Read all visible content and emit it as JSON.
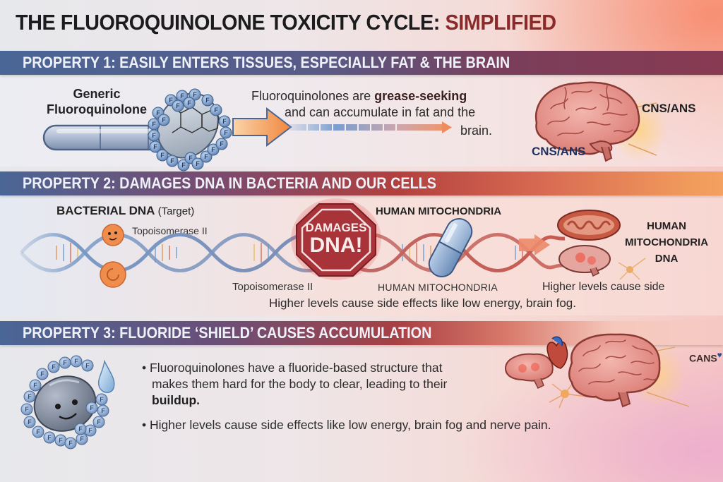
{
  "title": {
    "main": "THE FLUOROQUINOLONE TOXICITY CYCLE: ",
    "accent": "SIMPLIFIED",
    "accent_color": "#8a2a2a"
  },
  "property1": {
    "header": "PROPERTY 1: EASILY ENTERS TISSUES, ESPECIALLY FAT & THE BRAIN",
    "molecule_label_line1": "Generic",
    "molecule_label_line2": "Fluoroquinolone",
    "fluorine_symbol": "F",
    "description_pre": "Fluoroquinolones are ",
    "description_bold": "grease-seeking",
    "description_line2": "and can accumulate in fat and the",
    "description_line3": "brain.",
    "brain_label_right": "CNS/ANS",
    "brain_label_bottom": "CNS/ANS",
    "icons": [
      "capsule-icon",
      "fluorine-shell-icon",
      "arrow-right-icon",
      "brain-icon"
    ]
  },
  "property2": {
    "header": "PROPERTY 2: DAMAGES DNA IN BACTERIA AND OUR CELLS",
    "bacterial_label": "BACTERIAL DNA",
    "bacterial_label_note": "(Target)",
    "enzyme_label_top": "Topoisomerase II",
    "enzyme_label_bottom": "Topoisomerase II",
    "stop_sign_line1": "DAMAGES",
    "stop_sign_line2": "DNA!",
    "human_label_top": "HUMAN MITOCHONDRIA",
    "human_label_bottom": "HUMAN MITOCHONDRIA",
    "mito_label_line1": "HUMAN",
    "mito_label_line2": "MITOCHONDRIA",
    "mito_label_line3": "DNA",
    "side_effect_short": "Higher levels cause side",
    "side_effect_full": "Higher levels cause side effects like low energy, brain fog.",
    "icons": [
      "dna-helix-icon",
      "enzyme-icon",
      "stop-sign-icon",
      "pill-icon",
      "mitochondria-icon",
      "neuron-icon"
    ]
  },
  "property3": {
    "header": "PROPERTY 3: FLUORIDE ‘SHIELD’ CAUSES ACCUMULATION",
    "bullet_char": "•",
    "bullet1_line1": "Fluoroquinolones have a fluoride-based structure that",
    "bullet1_line2": "makes them hard for the body to clear, leading to their",
    "bullet1_bold": "buildup.",
    "bullet2": "Higher levels cause side effects like low energy, brain fog and nerve pain.",
    "organ_label": "CANS",
    "heart_glyph": "♥",
    "icons": [
      "smiling-molecule-icon",
      "water-drop-icon",
      "brain-icon",
      "heart-icon",
      "neuron-icon"
    ]
  },
  "colors": {
    "band_blue": "#4a6696",
    "band_maroon": "#883a52",
    "band_red": "#b3403e",
    "band_orange": "#f09a5c",
    "fluorine_blue": "#6a8cbc",
    "brain_pink": "#e89a94",
    "stop_red": "#a8343a",
    "arrow_orange": "#f0924a"
  }
}
